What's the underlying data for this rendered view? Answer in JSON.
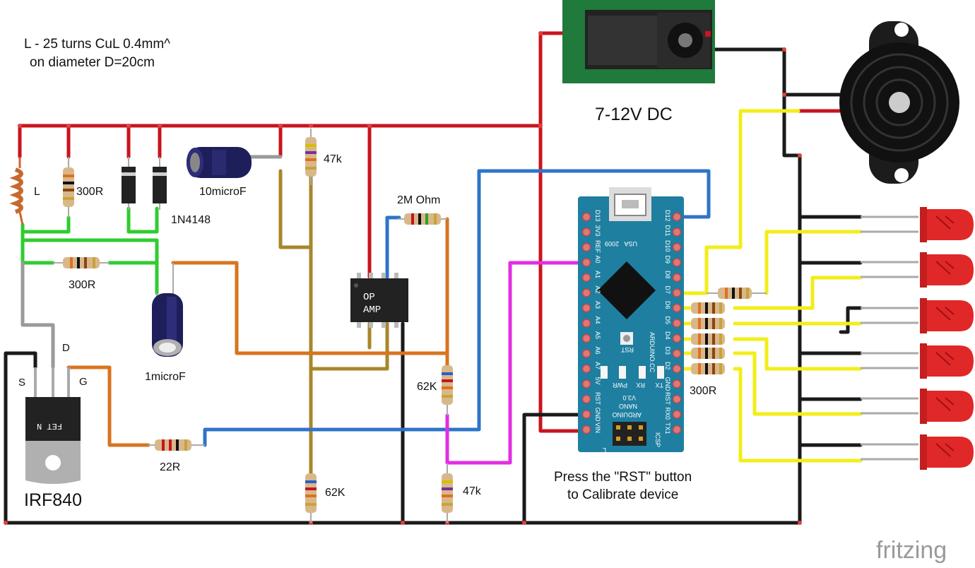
{
  "notes": {
    "coil_line1": "L -  25 turns CuL  0.4mm^",
    "coil_line2": "on diameter D=20cm"
  },
  "power": {
    "label": "7-12V DC"
  },
  "labels": {
    "coil": "L",
    "r300_top": "300R",
    "diode": "1N4148",
    "cap10": "10microF",
    "r47k_top": "47k",
    "r2m": "2M Ohm",
    "r300_mid": "300R",
    "cap1": "1microF",
    "drain": "D",
    "source": "S",
    "gate": "G",
    "r62k_mid": "62K",
    "r300_led": "300R",
    "r22": "22R",
    "mosfet": "IRF840",
    "r62k_bot": "62K",
    "r47k_bot": "47k",
    "opamp_line1": "OP",
    "opamp_line2": "AMP",
    "mosfet_marking": "FET N"
  },
  "instructions": {
    "line1": "Press the \"RST\" button",
    "line2": "to Calibrate device"
  },
  "brand": {
    "name": "fritzing"
  },
  "arduino": {
    "left_pins": [
      "D13",
      "3V3",
      "REF",
      "A0",
      "A1",
      "A2",
      "A3",
      "A4",
      "A5",
      "A6",
      "A7",
      "5V",
      "RST",
      "GND",
      "VIN"
    ],
    "right_pins": [
      "D12",
      "D11",
      "D10",
      "D9",
      "D8",
      "D7",
      "D6",
      "D5",
      "D4",
      "D3",
      "D2",
      "GND",
      "RST",
      "RX0",
      "TX1"
    ],
    "usb": "USA",
    "year": "2009",
    "rst": "RST",
    "pwr": "PWR",
    "rx": "RX",
    "tx": "TX",
    "l": "L",
    "board_name": "ARDUINO.CC",
    "ver1": "ARDUINO",
    "ver2": "NANO",
    "ver3": "V3.0",
    "icsp": "ICSP"
  },
  "colors": {
    "red_wire": "#c8141e",
    "black_wire": "#1a1a1a",
    "green_wire": "#2fcc2f",
    "yellow_wire": "#f2ee18",
    "blue_wire": "#2e74c8",
    "orange_wire": "#d87420",
    "olive_wire": "#a8862a",
    "magenta_wire": "#e22ee2",
    "gray_wire": "#9a9a9a",
    "arduino_board": "#1e7fa0",
    "led_red": "#e02828",
    "power_board": "#1f7a3b"
  }
}
